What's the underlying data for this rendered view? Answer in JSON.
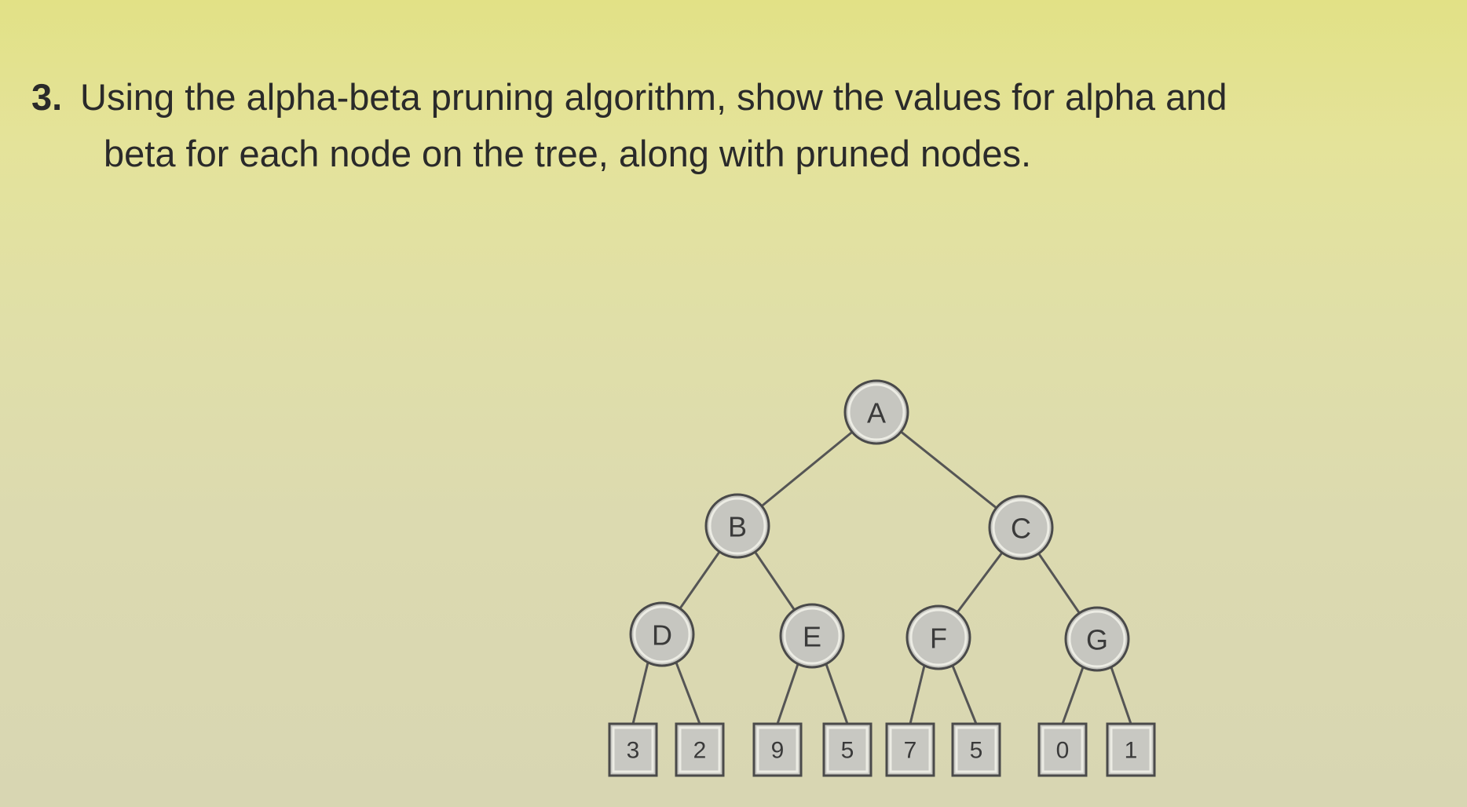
{
  "question": {
    "number": "3.",
    "line1": "Using the alpha-beta pruning algorithm, show the values for alpha and",
    "line2": "beta for each node on the tree, along with pruned nodes."
  },
  "tree": {
    "nodes": [
      {
        "id": "A",
        "label": "A"
      },
      {
        "id": "B",
        "label": "B"
      },
      {
        "id": "C",
        "label": "C"
      },
      {
        "id": "D",
        "label": "D"
      },
      {
        "id": "E",
        "label": "E"
      },
      {
        "id": "F",
        "label": "F"
      },
      {
        "id": "G",
        "label": "G"
      }
    ],
    "leaves": [
      {
        "parent": "D",
        "value": "3"
      },
      {
        "parent": "D",
        "value": "2"
      },
      {
        "parent": "E",
        "value": "9"
      },
      {
        "parent": "E",
        "value": "5"
      },
      {
        "parent": "F",
        "value": "7"
      },
      {
        "parent": "F",
        "value": "5"
      },
      {
        "parent": "G",
        "value": "0"
      },
      {
        "parent": "G",
        "value": "1"
      }
    ],
    "edges": [
      [
        "A",
        "B"
      ],
      [
        "A",
        "C"
      ],
      [
        "B",
        "D"
      ],
      [
        "B",
        "E"
      ],
      [
        "C",
        "F"
      ],
      [
        "C",
        "G"
      ]
    ]
  }
}
